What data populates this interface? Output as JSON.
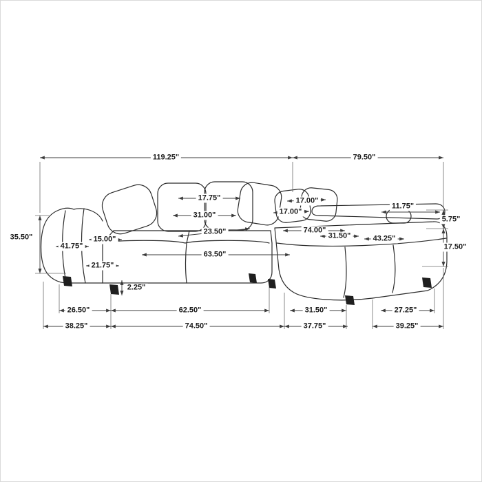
{
  "diagram": {
    "type": "furniture-dimension-diagram",
    "subject": "L-shaped sectional sofa with chaise",
    "unit": "inches",
    "colors": {
      "background": "#ffffff",
      "outline": "#2a2a2a",
      "dimension_line": "#3c3c3c",
      "legs": "#1f1f1f"
    },
    "labels": {
      "overall_width_left": "119.25\"",
      "overall_width_right": "79.50\"",
      "back_cushion_width": "17.75\"",
      "back_cushion_span": "31.00\"",
      "pillow_width": "17.00\"",
      "pillow_height": "17.00\"",
      "right_arm_length": "11.75\"",
      "right_back_rise": "5.75\"",
      "overall_height": "35.50\"",
      "left_arm_top_depth": "15.00\"",
      "left_side_depth": "41.75\"",
      "seat_depth": "23.50\"",
      "chaise_length": "74.00\"",
      "chaise_seat_width": "31.50\"",
      "chaise_outer_width": "43.25\"",
      "right_side_height": "17.50\"",
      "left_arm_front_height": "21.75\"",
      "seat_width": "63.50\"",
      "leg_height": "2.25\"",
      "bottom_left_inner": "26.50\"",
      "bottom_left_outer": "38.25\"",
      "bottom_mid_inner": "62.50\"",
      "bottom_mid_outer": "74.50\"",
      "bottom_chaise_inner": "31.50\"",
      "bottom_chaise_outer": "37.75\"",
      "bottom_right_inner": "27.25\"",
      "bottom_right_outer": "39.25\""
    }
  }
}
